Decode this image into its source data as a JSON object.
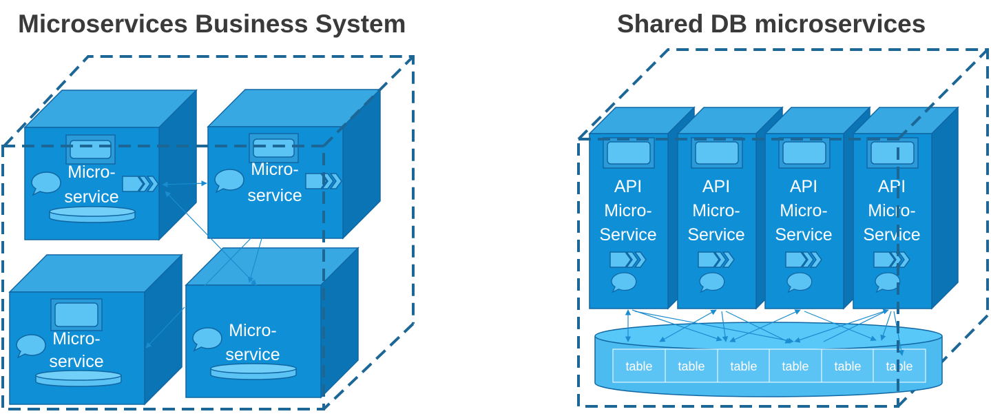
{
  "left": {
    "title": "Microservices Business System",
    "services": [
      {
        "line1": "Micro-",
        "line2": "service"
      },
      {
        "line1": "Micro-",
        "line2": "service"
      },
      {
        "line1": "Micro-",
        "line2": "service"
      },
      {
        "line1": "Micro-",
        "line2": "service"
      }
    ]
  },
  "right": {
    "title": "Shared DB microservices",
    "services": [
      {
        "line1": "API",
        "line2": "Micro-",
        "line3": "Service"
      },
      {
        "line1": "API",
        "line2": "Micro-",
        "line3": "Service"
      },
      {
        "line1": "API",
        "line2": "Micro-",
        "line3": "Service"
      },
      {
        "line1": "API",
        "line2": "Micro-",
        "line3": "Service"
      }
    ],
    "tables": [
      "table",
      "table",
      "table",
      "table",
      "table",
      "table"
    ]
  },
  "colors": {
    "cube_front": "#0f8fd6",
    "cube_top": "#37a8e2",
    "cube_side": "#0a74b4",
    "cube_stroke": "#1067a3",
    "boundary": "#1c6796",
    "light": "#5cc3f5",
    "db_top": "#58c8f8",
    "db_body": "#4cbbf0",
    "connector": "#1a8ccf"
  }
}
